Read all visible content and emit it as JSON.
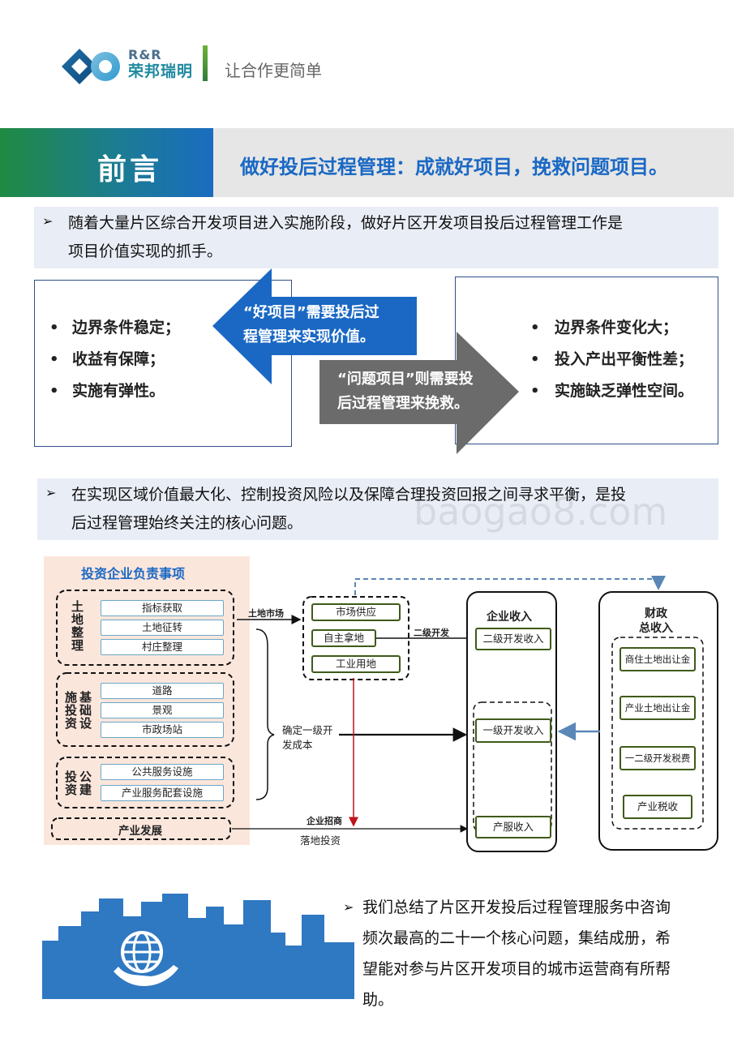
{
  "header": {
    "brand_en": "R&R",
    "brand_cn": "荣邦瑞明",
    "slogan": "让合作更简单"
  },
  "title_band": {
    "left_title": "前言",
    "right_title": "做好投后过程管理：成就好项目，挽救问题项目。"
  },
  "intro_bullet": {
    "marker": "➢",
    "line1": "随着大量片区综合开发项目进入实施阶段，做好片区开发项目投后过程管理工作是",
    "line2": "项目价值实现的抓手。"
  },
  "compare": {
    "left_items": [
      "边界条件稳定；",
      "收益有保障；",
      "实施有弹性。"
    ],
    "right_items": [
      "边界条件变化大；",
      "投入产出平衡性差；",
      "实施缺乏弹性空间。"
    ],
    "good_arrow_line1": "“好项目”需要投后过",
    "good_arrow_line2": "程管理来实现价值。",
    "problem_arrow_line1": "“问题项目”则需要投",
    "problem_arrow_line2": "后过程管理来挽救。",
    "colors": {
      "good_arrow": "#1a68c4",
      "problem_arrow": "#6b6b6b",
      "box_border": "#2e4f88"
    }
  },
  "core_bullet": {
    "marker": "➢",
    "line1": "在实现区域价值最大化、控制投资风险以及保障合理投资回报之间寻求平衡，是投",
    "line2": "后过程管理始终关注的核心问题。"
  },
  "watermark": "baogao8.com",
  "diagram": {
    "left_panel_title": "投资企业负责事项",
    "groups": [
      {
        "label": "土地整理",
        "items": [
          "指标获取",
          "土地征转",
          "村庄整理"
        ]
      },
      {
        "label": "基础设施投资",
        "label_col1": "施投资",
        "label_col2": "基础设",
        "items": [
          "道路",
          "景观",
          "市政场站"
        ]
      },
      {
        "label": "公建投资",
        "label_col1": "投资",
        "label_col2": "公建",
        "items": [
          "公共服务设施",
          "产业服务配套设施"
        ]
      }
    ],
    "industry_label": "产业发展",
    "land_market_label": "土地市场",
    "land_supply_items": [
      "市场供应",
      "自主拿地",
      "工业用地"
    ],
    "secondary_dev_label": "二级开发",
    "cost_label_line1": "确定一级开",
    "cost_label_line2": "发成本",
    "attract_label": "企业招商",
    "landing_label": "落地投资",
    "enterprise_income": {
      "title": "企业收入",
      "items": [
        "二级开发收入",
        "一级开发收入",
        "产服收入"
      ]
    },
    "fiscal_income": {
      "title_line1": "财政",
      "title_line2": "总收入",
      "items": [
        "商住土地出让金",
        "产业土地出让金",
        "一二级开发税费",
        "产业税收"
      ]
    }
  },
  "closing_bullet": {
    "marker": "➢",
    "line1": "我们总结了片区开发投后过程管理服务中咨询",
    "line2": "频次最高的二十一个核心问题，集结成册，希",
    "line3": "望能对参与片区开发项目的城市运营商有所帮",
    "line4": "助。"
  },
  "icons": [
    "rr-logo-icon",
    "city-skyline-icon",
    "globe-hand-icon"
  ]
}
